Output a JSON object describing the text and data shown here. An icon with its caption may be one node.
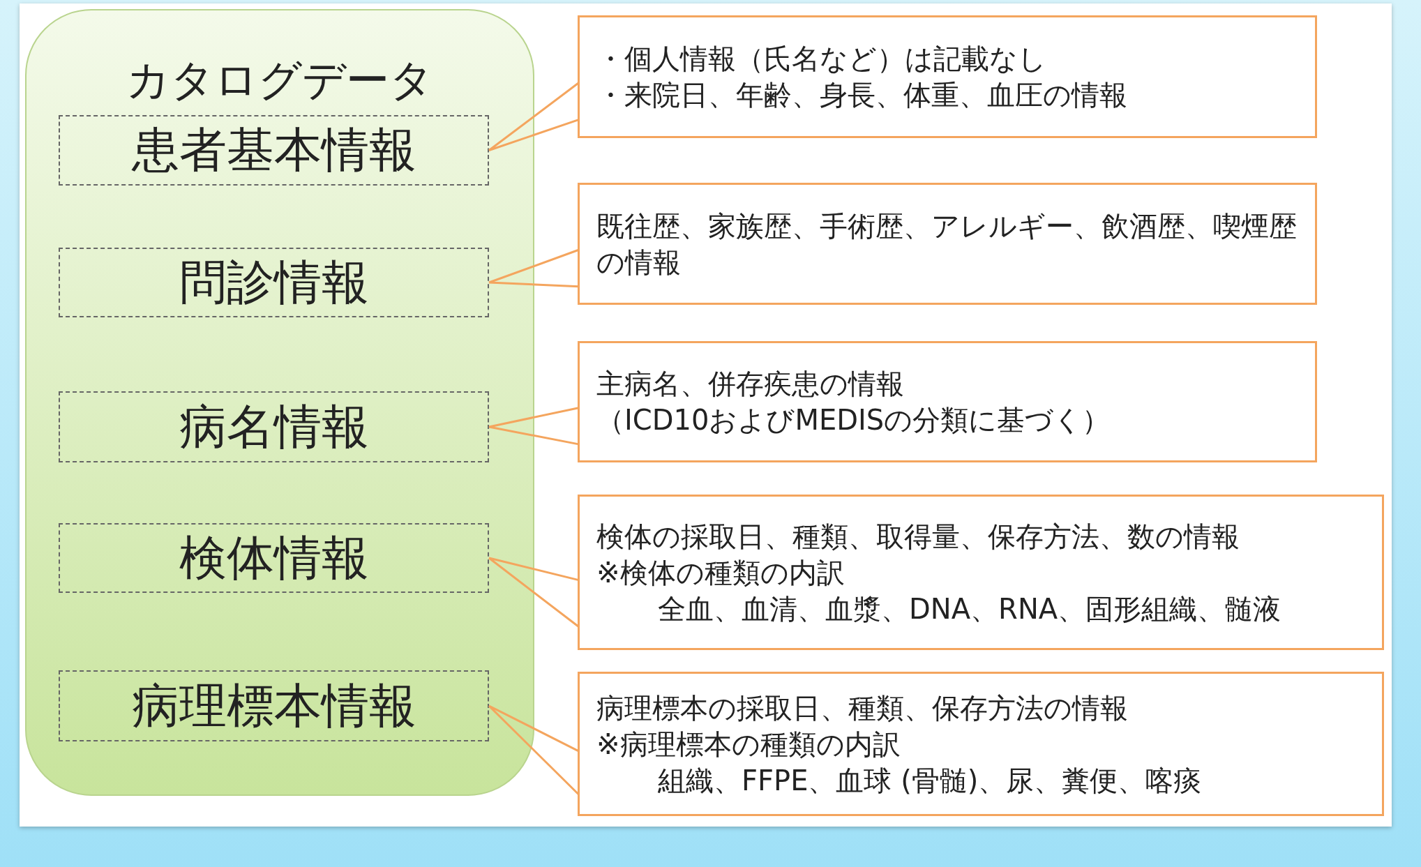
{
  "diagram": {
    "nodes": [
      {
        "text": [
          "カタログデータ"
        ]
      },
      {
        "text": [
          "患者基本情報"
        ],
        "in": 0
      },
      {
        "text": [
          "問診情報"
        ],
        "in": 0
      },
      {
        "text": [
          "病名情報"
        ],
        "in": 0
      },
      {
        "text": [
          "検体情報"
        ],
        "in": 0
      },
      {
        "text": [
          "病理標本情報"
        ],
        "in": 0
      },
      {
        "text": [
          "・個人情報（氏名など）は記載なし",
          "・来院日、年齢、身長、体重、血圧の情報"
        ]
      },
      {
        "text": [
          "既往歴、家族歴、手術歴、アレルギー、飲酒歴、喫煙歴の情報"
        ]
      },
      {
        "text": [
          "主病名、併存疾患の情報",
          "（ICD10およびMEDISの分類に基づく）"
        ]
      },
      {
        "text": [
          "検体の採取日、種類、取得量、保存方法、数の情報",
          "※検体の種類の内訳",
          "全血、血清、血漿、DNA、RNA、固形組織、髄液"
        ]
      },
      {
        "text": [
          "病理標本の採取日、種類、保存方法の情報",
          "※病理標本の種類の内訳",
          "組織、FFPE、血球 (骨髄)、尿、糞便、喀痰"
        ]
      }
    ],
    "edges": [
      {
        "from": 6,
        "to": 1,
        "arrow": "none"
      },
      {
        "from": 7,
        "to": 2,
        "arrow": "none"
      },
      {
        "from": 8,
        "to": 3,
        "arrow": "none"
      },
      {
        "from": 9,
        "to": 4,
        "arrow": "none"
      },
      {
        "from": 10,
        "to": 5,
        "arrow": "none"
      }
    ]
  }
}
